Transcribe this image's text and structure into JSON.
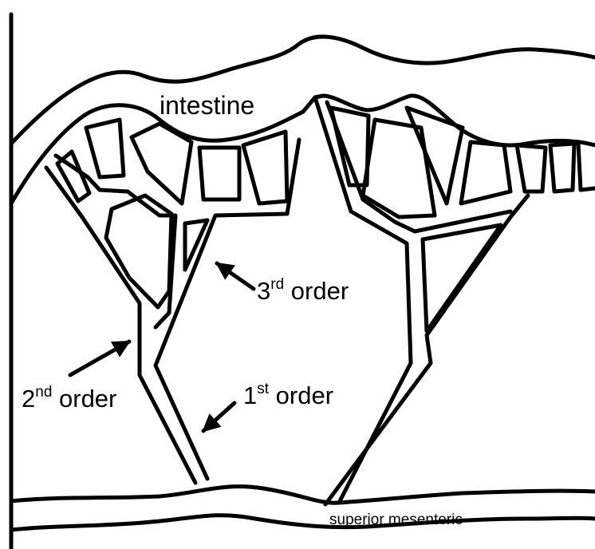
{
  "labels": {
    "intestine": "intestine",
    "third_order": {
      "num": "3",
      "sup": "rd",
      "word": " order"
    },
    "second_order": {
      "num": "2",
      "sup": "nd",
      "word": " order"
    },
    "first_order": {
      "num": "1",
      "sup": "st",
      "word": " order"
    },
    "superior_mesenteric": "superior mesenteric"
  }
}
